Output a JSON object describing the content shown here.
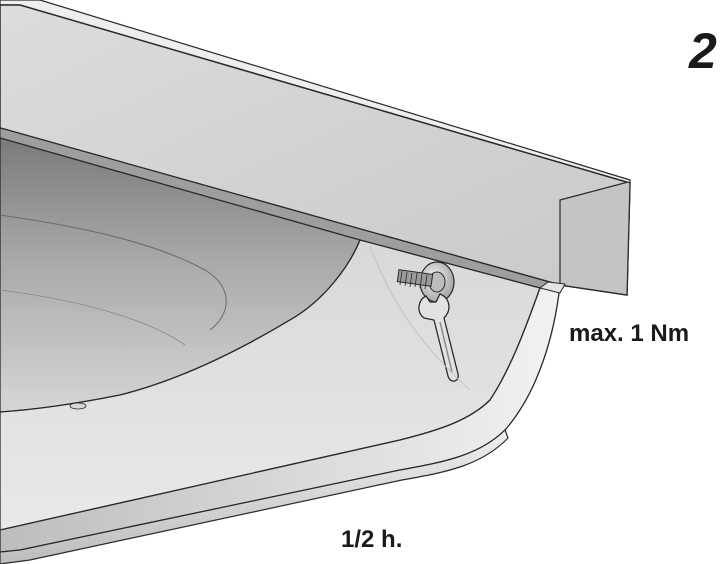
{
  "instruction": {
    "step_number": "2",
    "torque_note": "max. 1 Nm",
    "time_note": "1/2 h."
  },
  "colors": {
    "part_light": "#e8e8e8",
    "part_mid": "#cfcfcf",
    "part_dark": "#8c8c8c",
    "outline": "#2a2a2a",
    "text": "#1a1a1a"
  },
  "icons": {
    "tool": "wrench-icon",
    "fastener": "screw-with-washer"
  }
}
